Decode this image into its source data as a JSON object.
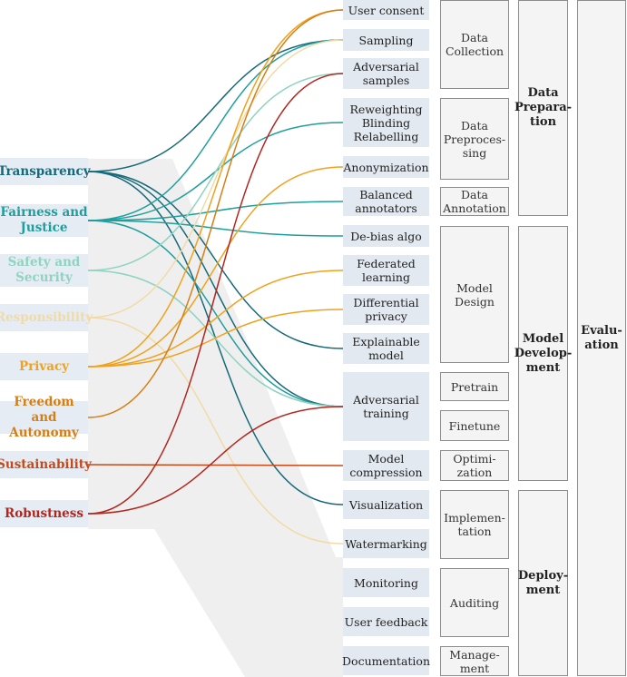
{
  "principles": [
    {
      "label": "Transparency",
      "color": "#16697a"
    },
    {
      "label": "Fairness and Justice",
      "color": "#1f9e9e"
    },
    {
      "label": "Safety and Security",
      "color": "#8fd3c0"
    },
    {
      "label": "Responsibility",
      "color": "#f2daa6"
    },
    {
      "label": "Privacy",
      "color": "#f0a21d"
    },
    {
      "label": "Freedom and Autonomy",
      "color": "#d77e12"
    },
    {
      "label": "Sustainability",
      "color": "#c54a1a"
    },
    {
      "label": "Robustness",
      "color": "#b3261e"
    }
  ],
  "techniques": [
    {
      "label": "User consent"
    },
    {
      "label": "Sampling"
    },
    {
      "label": "Adversarial samples"
    },
    {
      "label": "Reweighting Blinding Relabelling"
    },
    {
      "label": "Anonymization"
    },
    {
      "label": "Balanced annotators"
    },
    {
      "label": "De-bias algo"
    },
    {
      "label": "Federated learning"
    },
    {
      "label": "Differential privacy"
    },
    {
      "label": "Explainable model"
    },
    {
      "label": "Adversarial training"
    },
    {
      "label": "Model compression"
    },
    {
      "label": "Visualization"
    },
    {
      "label": "Watermarking"
    },
    {
      "label": "Monitoring"
    },
    {
      "label": "User feedback"
    },
    {
      "label": "Documentation"
    }
  ],
  "stages": [
    {
      "label": "Data Collection"
    },
    {
      "label": "Data Preproces-sing"
    },
    {
      "label": "Data Annotation"
    },
    {
      "label": "Model Design"
    },
    {
      "label": "Pretrain"
    },
    {
      "label": "Finetune"
    },
    {
      "label": "Optimi-zation"
    },
    {
      "label": "Implemen-tation"
    },
    {
      "label": "Auditing"
    },
    {
      "label": "Manage-ment"
    }
  ],
  "phases": [
    {
      "label": "Data Prepara-tion"
    },
    {
      "label": "Model Develop-ment"
    },
    {
      "label": "Deploy-ment"
    }
  ],
  "evaluation": {
    "label": "Evalu-ation"
  },
  "links": [
    {
      "from": 0,
      "to": 1
    },
    {
      "from": 0,
      "to": 9
    },
    {
      "from": 0,
      "to": 10
    },
    {
      "from": 0,
      "to": 12
    },
    {
      "from": 1,
      "to": 3
    },
    {
      "from": 1,
      "to": 5
    },
    {
      "from": 1,
      "to": 6
    },
    {
      "from": 1,
      "to": 1
    },
    {
      "from": 1,
      "to": 10
    },
    {
      "from": 2,
      "to": 2
    },
    {
      "from": 2,
      "to": 10
    },
    {
      "from": 3,
      "to": 13
    },
    {
      "from": 3,
      "to": 1
    },
    {
      "from": 4,
      "to": 0
    },
    {
      "from": 4,
      "to": 4
    },
    {
      "from": 4,
      "to": 7
    },
    {
      "from": 4,
      "to": 8
    },
    {
      "from": 5,
      "to": 0
    },
    {
      "from": 6,
      "to": 11
    },
    {
      "from": 7,
      "to": 2
    },
    {
      "from": 7,
      "to": 10
    }
  ]
}
